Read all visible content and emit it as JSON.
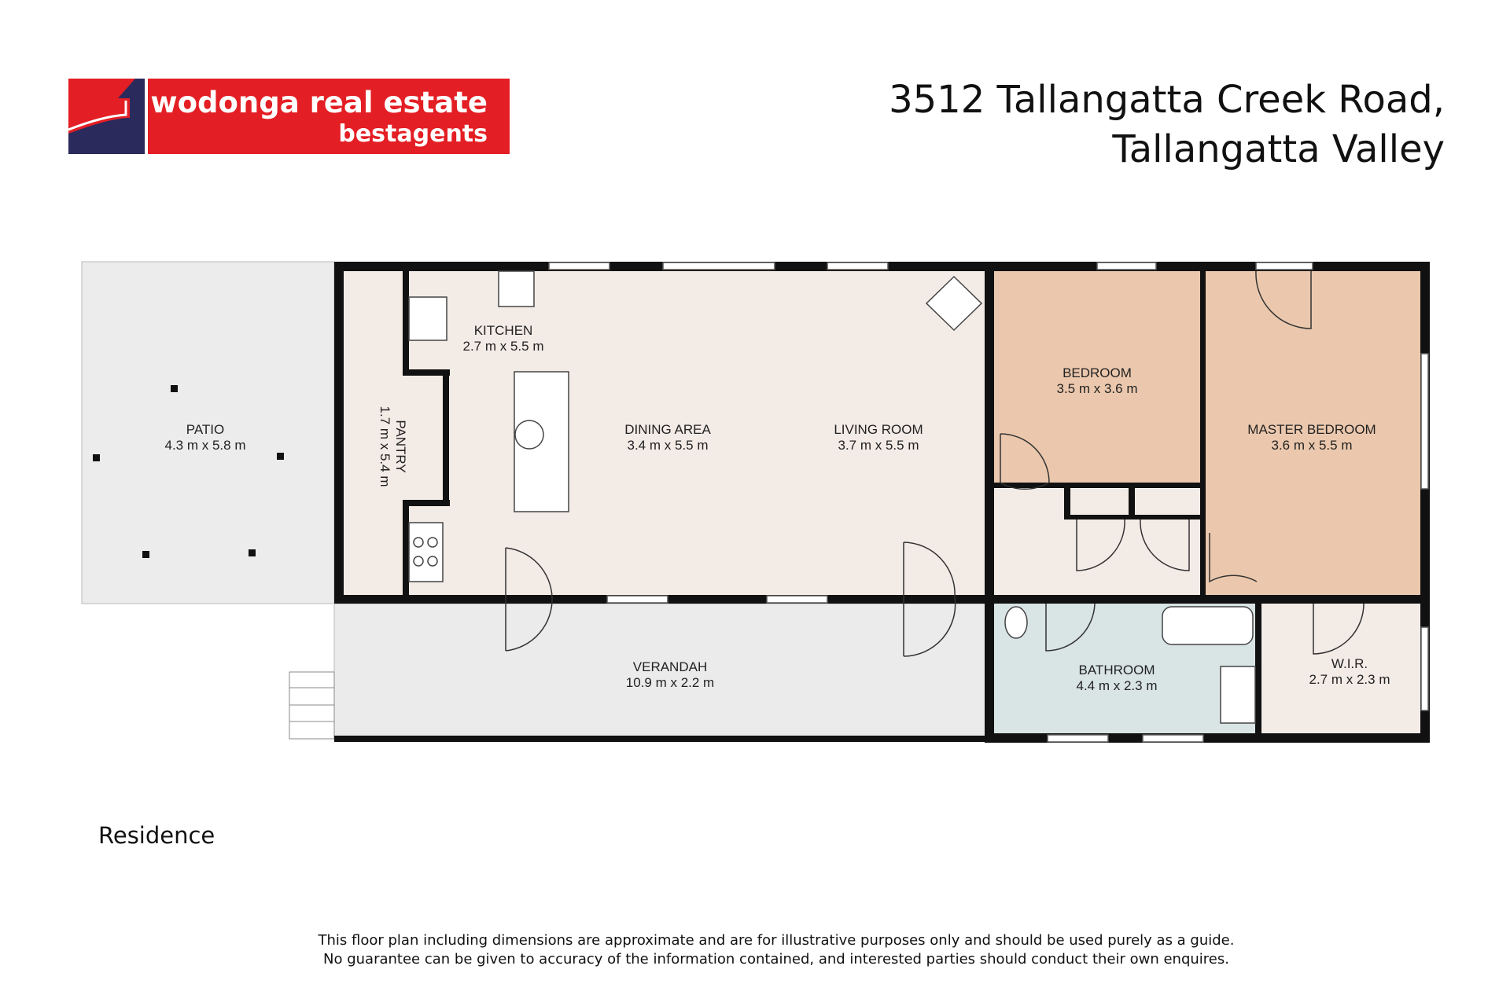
{
  "logo": {
    "line1": "wodonga real estate",
    "line2": "bestagents",
    "red": "#e31e24",
    "navy": "#2b2a5c"
  },
  "header": {
    "address_line1": "3512 Tallangatta Creek Road,",
    "address_line2": "Tallangatta Valley"
  },
  "rooms": {
    "patio": {
      "name": "PATIO",
      "size": "4.3 m x 5.8 m"
    },
    "kitchen": {
      "name": "KITCHEN",
      "size": "2.7 m x 5.5 m"
    },
    "pantry": {
      "name": "PANTRY",
      "size": "1.7 m x 5.4 m"
    },
    "dining": {
      "name": "DINING AREA",
      "size": "3.4 m x 5.5 m"
    },
    "living": {
      "name": "LIVING ROOM",
      "size": "3.7 m x 5.5 m"
    },
    "bedroom": {
      "name": "BEDROOM",
      "size": "3.5 m x 3.6 m"
    },
    "master": {
      "name": "MASTER BEDROOM",
      "size": "3.6 m x 5.5 m"
    },
    "verandah": {
      "name": "VERANDAH",
      "size": "10.9 m x 2.2 m"
    },
    "bathroom": {
      "name": "BATHROOM",
      "size": "4.4 m x 2.3 m"
    },
    "wir": {
      "name": "W.I.R.",
      "size": "2.7 m x 2.3 m"
    }
  },
  "plan_caption": "Residence",
  "disclaimer": {
    "line1": "This floor plan including dimensions are approximate and are for illustrative purposes only and should be used purely as a guide.",
    "line2": "No guarantee can be given to accuracy of the information contained, and interested parties should conduct their own enquires."
  }
}
